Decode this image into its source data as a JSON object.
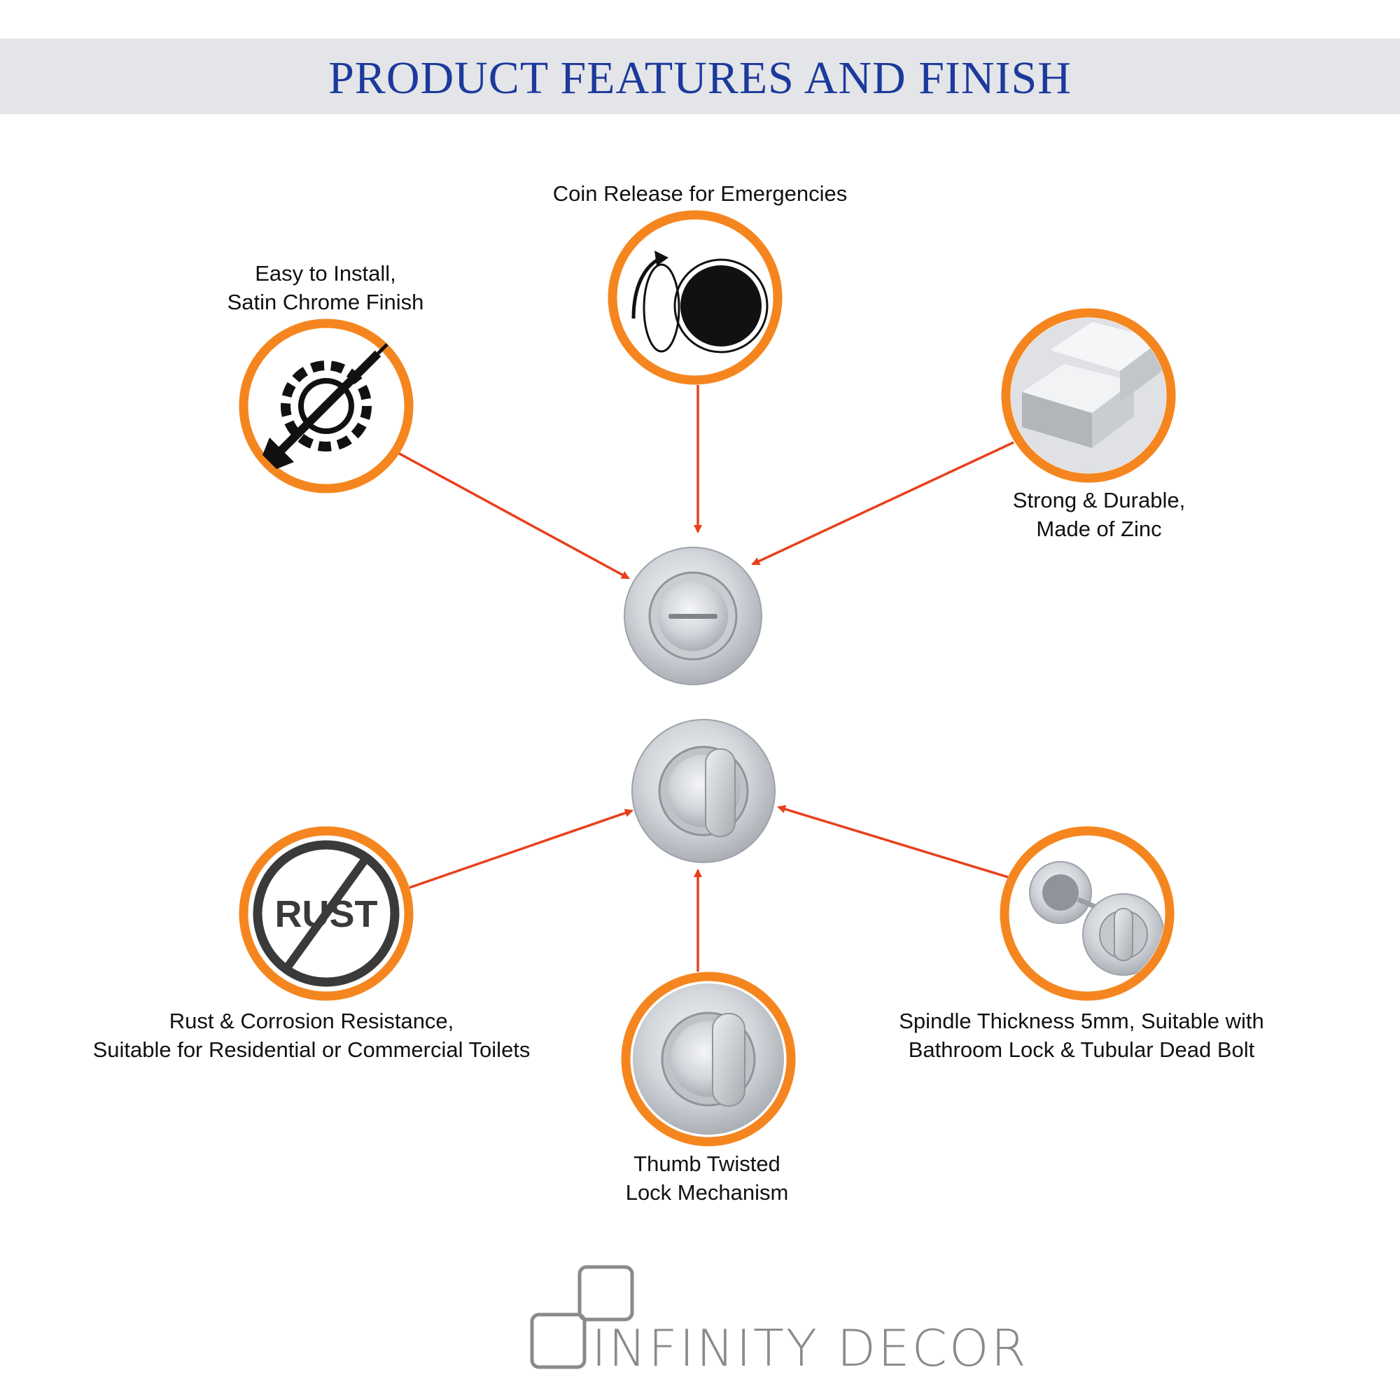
{
  "header": {
    "title": "PRODUCT FEATURES AND FINISH"
  },
  "features": [
    {
      "label": "Easy to Install,\nSatin Chrome Finish",
      "icon": "screwdriver-gear-icon"
    },
    {
      "label": "Coin Release for Emergencies",
      "icon": "coin-release-icon"
    },
    {
      "label": "Strong & Durable,\nMade of Zinc",
      "icon": "zinc-ingots-icon"
    },
    {
      "label": "Rust & Corrosion Resistance,\nSuitable for Residential or Commercial Toilets",
      "icon": "no-rust-icon",
      "icon_text": "RUST"
    },
    {
      "label": "Thumb Twisted\nLock Mechanism",
      "icon": "thumb-turn-icon"
    },
    {
      "label": "Spindle Thickness 5mm, Suitable with\nBathroom Lock & Tubular Dead Bolt",
      "icon": "spindle-lock-icon"
    }
  ],
  "brand": {
    "name": "INFINITY DECOR"
  },
  "colors": {
    "accent_ring": "#f5861f",
    "arrow": "#e8401c",
    "title": "#1c3a9c",
    "banner": "#e4e5e8"
  }
}
